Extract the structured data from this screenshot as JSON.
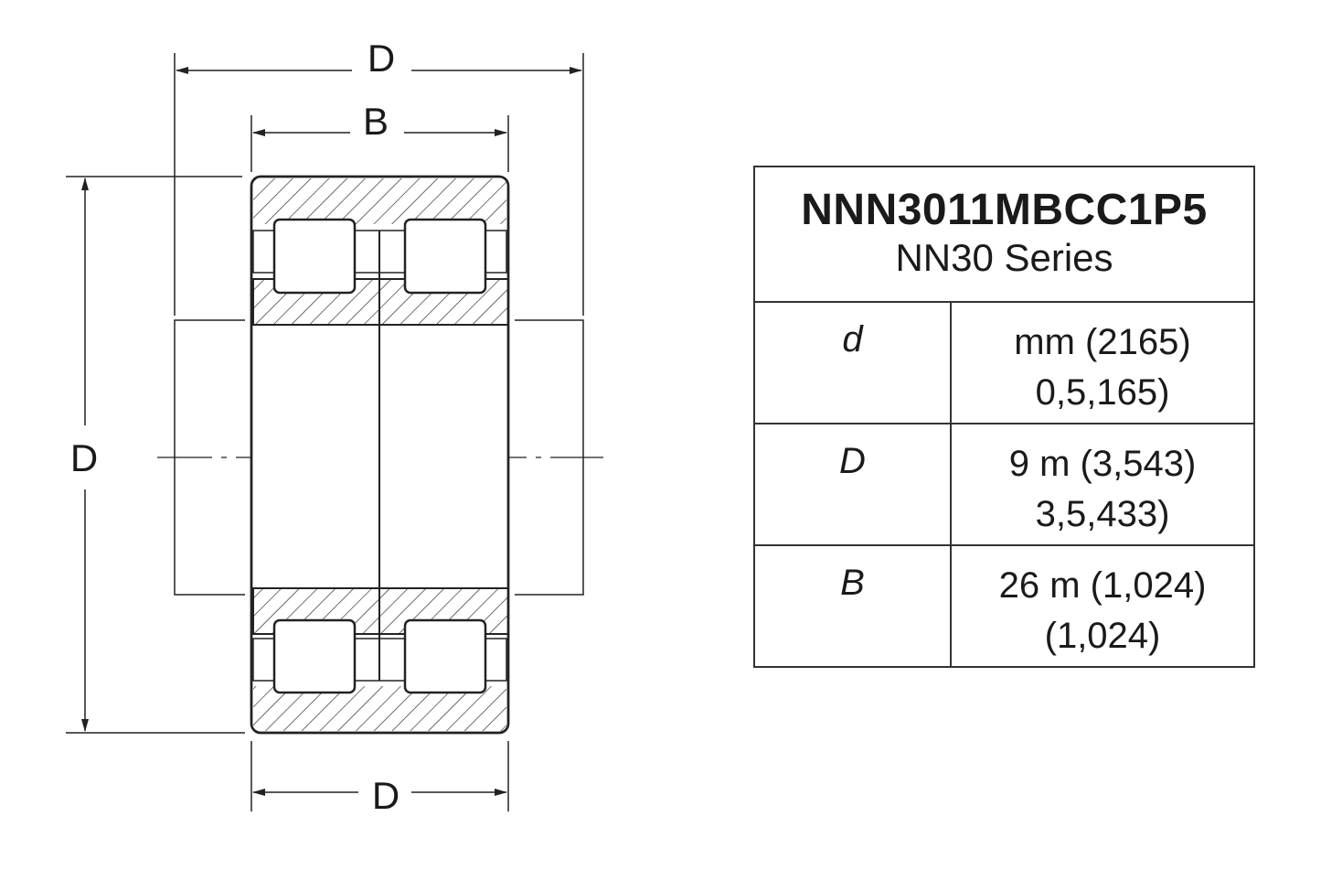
{
  "drawing": {
    "labels": {
      "top_outer": "D",
      "top_width": "B",
      "left_height": "D",
      "bottom_width": "D"
    }
  },
  "spec_table": {
    "model": "NNN3011MBCC1P5",
    "series": "NN30 Series",
    "rows": [
      {
        "symbol": "d",
        "value_line1": "mm (2165)",
        "value_line2": "0,5,165)"
      },
      {
        "symbol": "D",
        "value_line1": "9 m (3,543)",
        "value_line2": "3,5,433)"
      },
      {
        "symbol": "B",
        "value_line1": "26 m (1,024)",
        "value_line2": "(1,024)"
      }
    ]
  }
}
